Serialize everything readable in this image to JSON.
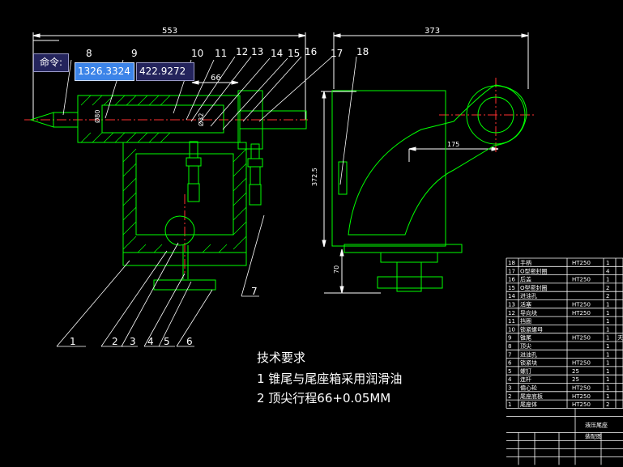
{
  "command": {
    "prompt": "命令:",
    "coord_x": "1326.3324",
    "coord_y": "422.9272"
  },
  "dimensions": {
    "total_length": "553",
    "width": "373",
    "stroke": "66",
    "center_dist": "175",
    "height": "372.5",
    "base_height": "70",
    "dia1": "Ø80",
    "dia2": "Ø32"
  },
  "balloons": [
    "1",
    "2",
    "3",
    "4",
    "5",
    "6",
    "7",
    "8",
    "9",
    "10",
    "11",
    "12",
    "13",
    "14",
    "15",
    "16",
    "17",
    "18"
  ],
  "requirements": {
    "title": "技术要求",
    "item1": "1 锥尾与尾座箱采用润滑油",
    "item2": "2 顶尖行程66+0.05MM"
  },
  "bom": {
    "rows": [
      {
        "no": "18",
        "name": "手柄",
        "material": "HT250",
        "qty": "1"
      },
      {
        "no": "17",
        "name": "O型密封圈",
        "material": "",
        "qty": "4"
      },
      {
        "no": "16",
        "name": "后盖",
        "material": "HT250",
        "qty": "1"
      },
      {
        "no": "15",
        "name": "O型密封圈",
        "material": "",
        "qty": "2"
      },
      {
        "no": "14",
        "name": "进油孔",
        "material": "",
        "qty": "2"
      },
      {
        "no": "13",
        "name": "活塞",
        "material": "HT250",
        "qty": "1"
      },
      {
        "no": "12",
        "name": "导向块",
        "material": "HT250",
        "qty": "1"
      },
      {
        "no": "11",
        "name": "挡圈",
        "material": "",
        "qty": "1"
      },
      {
        "no": "10",
        "name": "锁紧螺母",
        "material": "",
        "qty": "1"
      },
      {
        "no": "9",
        "name": "锥尾",
        "material": "HT250",
        "qty": "1"
      },
      {
        "no": "8",
        "name": "顶尖",
        "material": "",
        "qty": "1"
      },
      {
        "no": "7",
        "name": "进油孔",
        "material": "",
        "qty": "1"
      },
      {
        "no": "6",
        "name": "锁紧块",
        "material": "HT250",
        "qty": "1"
      },
      {
        "no": "5",
        "name": "螺钉",
        "material": "25",
        "qty": "1"
      },
      {
        "no": "4",
        "name": "连杆",
        "material": "25",
        "qty": "1"
      },
      {
        "no": "3",
        "name": "偏心轮",
        "material": "HT250",
        "qty": "1"
      },
      {
        "no": "2",
        "name": "尾座底板",
        "material": "HT250",
        "qty": "1"
      },
      {
        "no": "1",
        "name": "尾座体",
        "material": "HT250",
        "qty": "2"
      }
    ],
    "title1": "液压尾座",
    "title2": "装配图",
    "col_tag": "天"
  },
  "colors": {
    "outline": "#00ff00",
    "dim": "#ffffff",
    "center": "#ff3030",
    "part": "#00c8c8",
    "hatch": "#00ff00"
  }
}
